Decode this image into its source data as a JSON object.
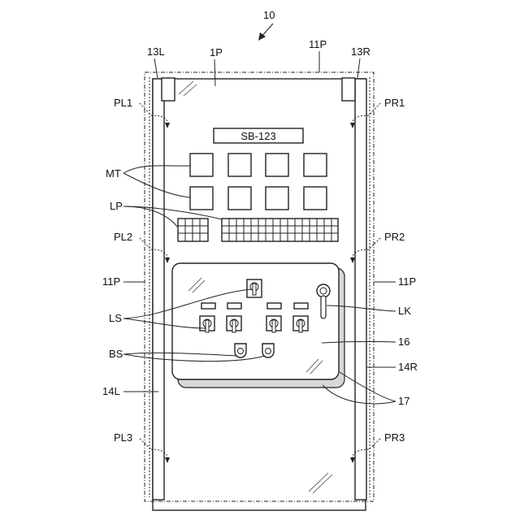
{
  "figure_number": "10",
  "nameplate": "SB-123",
  "labels": {
    "l13L": "13L",
    "l1P": "1P",
    "l11P_top": "11P",
    "l13R": "13R",
    "PL1": "PL1",
    "PR1": "PR1",
    "MT": "MT",
    "LP": "LP",
    "PL2": "PL2",
    "PR2": "PR2",
    "l11P_left": "11P",
    "l11P_right": "11P",
    "LS": "LS",
    "LK": "LK",
    "l16": "16",
    "BS": "BS",
    "l14R": "14R",
    "l14L": "14L",
    "l17": "17",
    "PL3": "PL3",
    "PR3": "PR3"
  }
}
